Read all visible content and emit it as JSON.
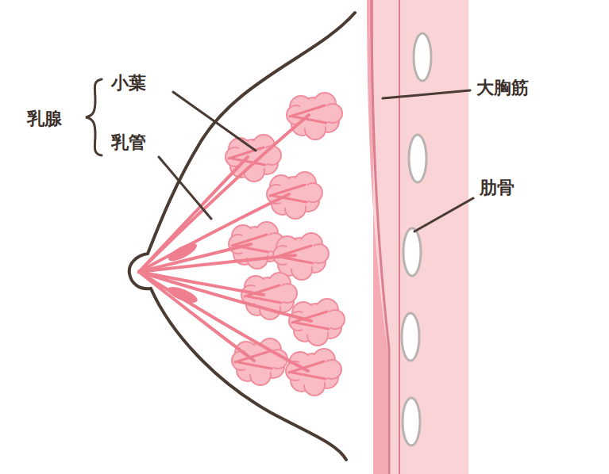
{
  "diagram": {
    "labels": [
      "乳腺",
      "小葉",
      "乳管",
      "大胸筋",
      "肋骨"
    ]
  }
}
